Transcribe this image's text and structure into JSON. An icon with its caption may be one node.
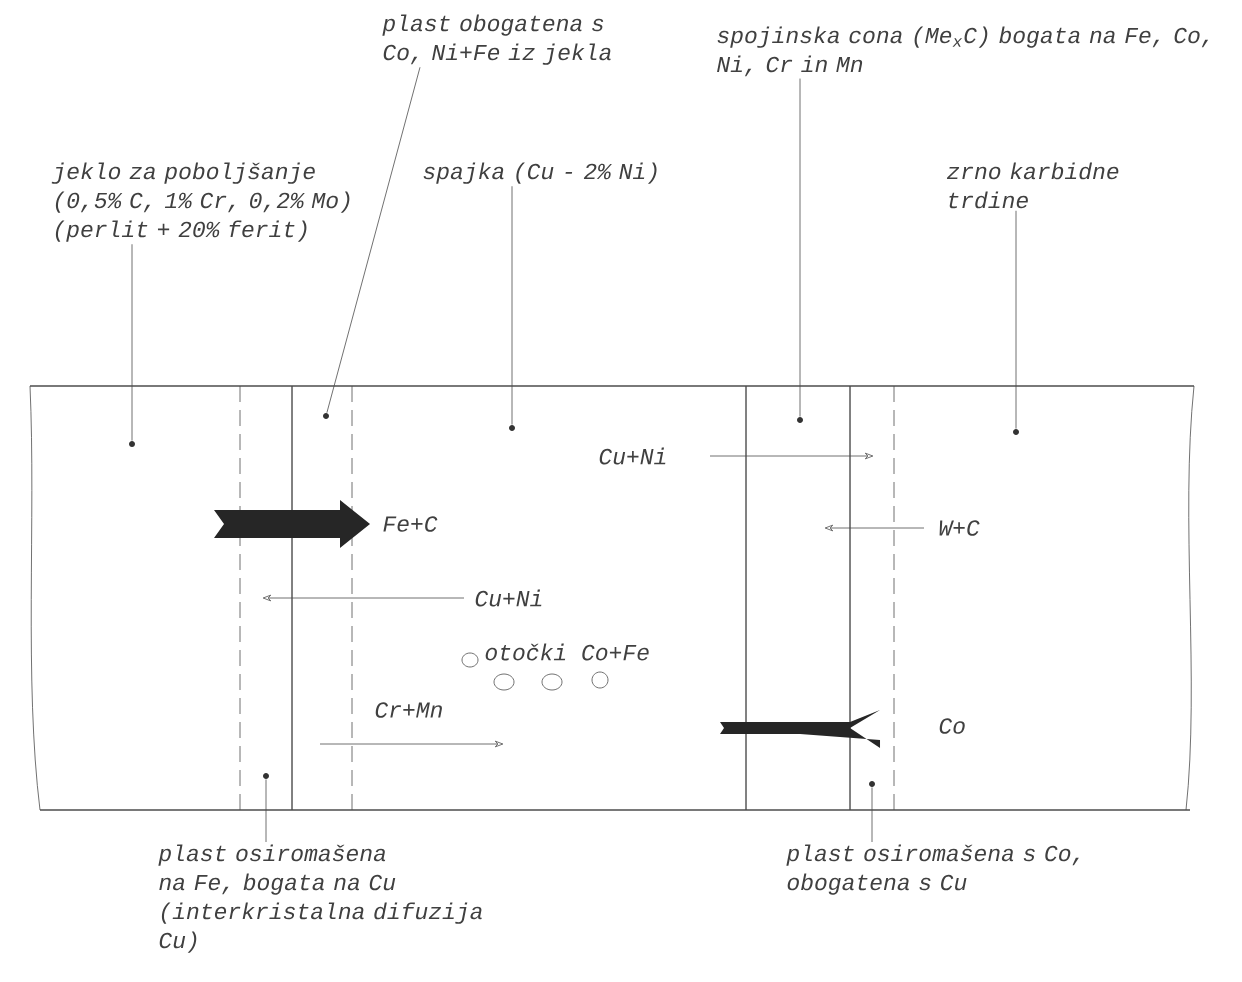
{
  "diagram": {
    "nodes": [
      {
        "text": [
          "jeklo za poboljšanje (0,5% C, 1% Cr, 0,2% Mo) (perlit + 20% ferit)"
        ]
      },
      {
        "text": [
          "plast obogatena s Co, Ni+Fe iz jekla"
        ]
      },
      {
        "text": [
          "spajka (Cu - 2% Ni)"
        ]
      },
      {
        "text": [
          "spojinska cona (Me$_{x}$C) bogata na Fe, Co, Ni, Cr in Mn"
        ]
      },
      {
        "text": [
          "zrno karbidne trdine"
        ]
      },
      {
        "text": [
          "plast osiromašena na Fe, bogata na Cu (interkristalna difuzija Cu)"
        ]
      },
      {
        "text": [
          "plast osiromašena s Co, obogatena s Cu"
        ]
      },
      {
        "text": [],
        "shape": "circle"
      },
      {
        "text": [],
        "shape": "circle"
      },
      {
        "text": [],
        "shape": "circle"
      },
      {
        "text": [],
        "shape": "circle"
      },
      {
        "text": [],
        "shape": "circle"
      },
      {
        "text": [],
        "shape": "circle"
      },
      {
        "text": [],
        "shape": "circle"
      }
    ],
    "edges": [
      {
        "from": 0,
        "to": 7,
        "arrow": "none"
      },
      {
        "from": 1,
        "to": 9,
        "arrow": "none"
      },
      {
        "from": 2,
        "to": 10,
        "arrow": "none"
      },
      {
        "from": 3,
        "to": 11,
        "arrow": "none"
      },
      {
        "from": 4,
        "to": 13,
        "arrow": "none"
      },
      {
        "from": 5,
        "to": 8,
        "arrow": "none"
      },
      {
        "from": 6,
        "to": 12,
        "arrow": "none"
      }
    ],
    "labels": [
      "Cu+Ni",
      "Fe+C",
      "W+C",
      "Cu+Ni",
      "otočki Co+Fe",
      "Cr+Mn",
      "Co"
    ]
  }
}
